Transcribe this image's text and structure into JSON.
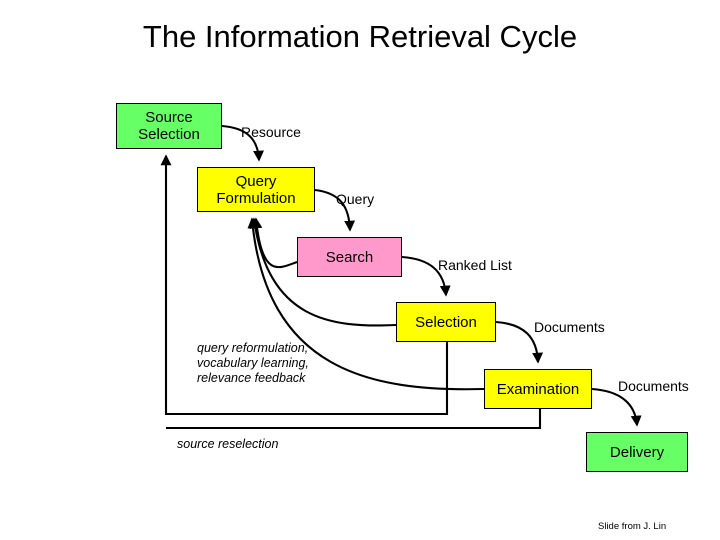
{
  "slide": {
    "title": "The Information Retrieval Cycle",
    "credit": "Slide from J. Lin"
  },
  "colors": {
    "green": "#66ff66",
    "yellow": "#ffff00",
    "pink": "#ff99cc",
    "line": "#000000",
    "background": "#ffffff"
  },
  "nodes": [
    {
      "id": "source-selection",
      "line1": "Source",
      "line2": "Selection",
      "color": "green"
    },
    {
      "id": "query-formulation",
      "line1": "Query",
      "line2": "Formulation",
      "color": "yellow"
    },
    {
      "id": "search",
      "line1": "Search",
      "line2": "",
      "color": "pink"
    },
    {
      "id": "selection",
      "line1": "Selection",
      "line2": "",
      "color": "yellow"
    },
    {
      "id": "examination",
      "line1": "Examination",
      "line2": "",
      "color": "yellow"
    },
    {
      "id": "delivery",
      "line1": "Delivery",
      "line2": "",
      "color": "green"
    }
  ],
  "edge_labels": {
    "resource": "Resource",
    "query": "Query",
    "ranked_list": "Ranked List",
    "documents_1": "Documents",
    "documents_2": "Documents"
  },
  "annotations": {
    "reformulation": {
      "line1": "query reformulation,",
      "line2": "vocabulary learning,",
      "line3": "relevance feedback"
    },
    "reselection": "source reselection"
  }
}
